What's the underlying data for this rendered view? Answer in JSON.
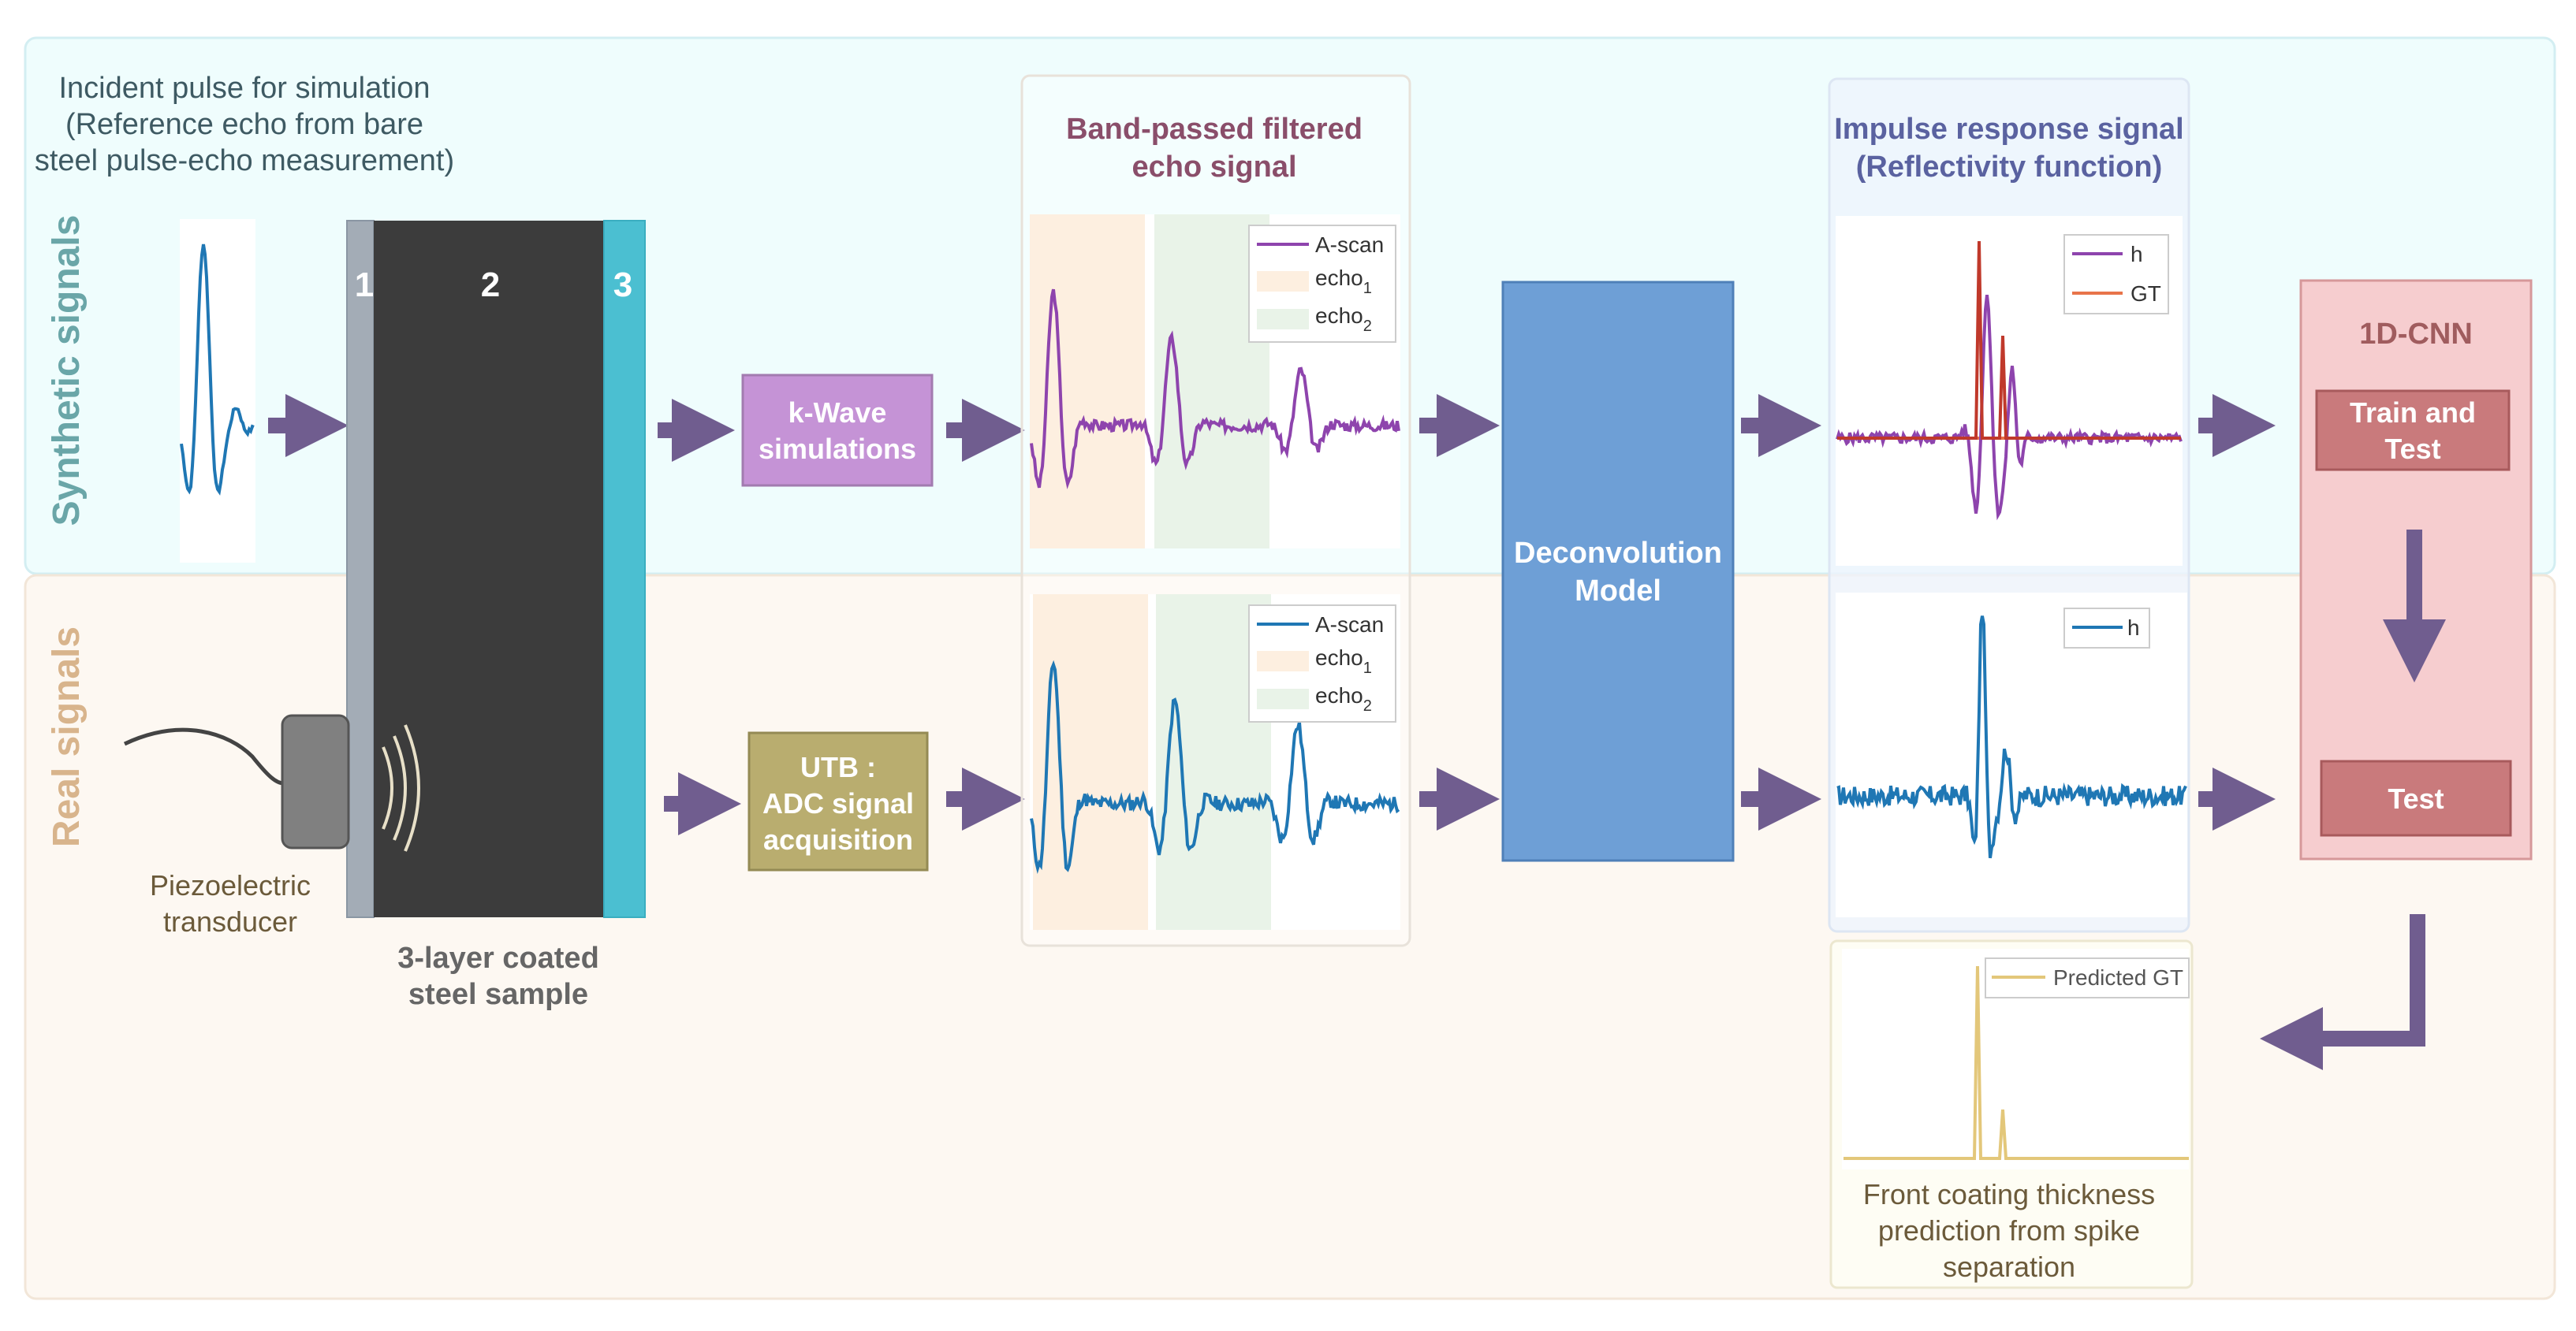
{
  "rows": {
    "synthetic": "Synthetic signals",
    "real": "Real signals"
  },
  "incident": {
    "line1": "Incident pulse for simulation",
    "line2": "(Reference echo from bare",
    "line3": "steel pulse-echo measurement)"
  },
  "transducer": {
    "line1": "Piezoelectric",
    "line2": "transducer"
  },
  "sample": {
    "layer1": "1",
    "layer2": "2",
    "layer3": "3",
    "caption_line1": "3-layer coated",
    "caption_line2": "steel sample"
  },
  "kwave": {
    "line1": "k-Wave",
    "line2": "simulations"
  },
  "utb": {
    "line1": "UTB :",
    "line2": "ADC signal",
    "line3": "acquisition"
  },
  "bandpass": {
    "title_line1": "Band-passed filtered",
    "title_line2": "echo signal",
    "legend_ascan": "A-scan",
    "legend_echo": "echo",
    "sub1": "1",
    "sub2": "2"
  },
  "deconv": {
    "line1": "Deconvolution",
    "line2": "Model"
  },
  "impulse": {
    "title_line1": "Impulse response signal",
    "title_line2": "(Reflectivity function)",
    "legend_h": "h",
    "legend_gt": "GT"
  },
  "prediction": {
    "legend": "Predicted GT",
    "line1": "Front coating thickness",
    "line2": "prediction from spike",
    "line3": "separation"
  },
  "cnn": {
    "title": "1D-CNN",
    "train_line1": "Train and",
    "train_line2": "Test",
    "test": "Test"
  },
  "colors": {
    "synthetic_bg": "#effdfd",
    "real_bg": "#fdf8f2",
    "signal_blue": "#1f77b4",
    "signal_purple": "#8e44ad",
    "gt_orange": "#e8744a",
    "predicted_gold": "#e3c77a",
    "arrow_purple": "#705d8f",
    "deconv_blue": "#6e9fd6",
    "kwave_lilac": "#c593d6",
    "utb_olive": "#b9ad6f",
    "cnn_pink": "#f6cdcf",
    "cnn_box": "#c97a7c",
    "sample_dark": "#3c3c3c",
    "sample_cyan": "#4bbfd1",
    "sample_grey": "#a3acb6"
  }
}
